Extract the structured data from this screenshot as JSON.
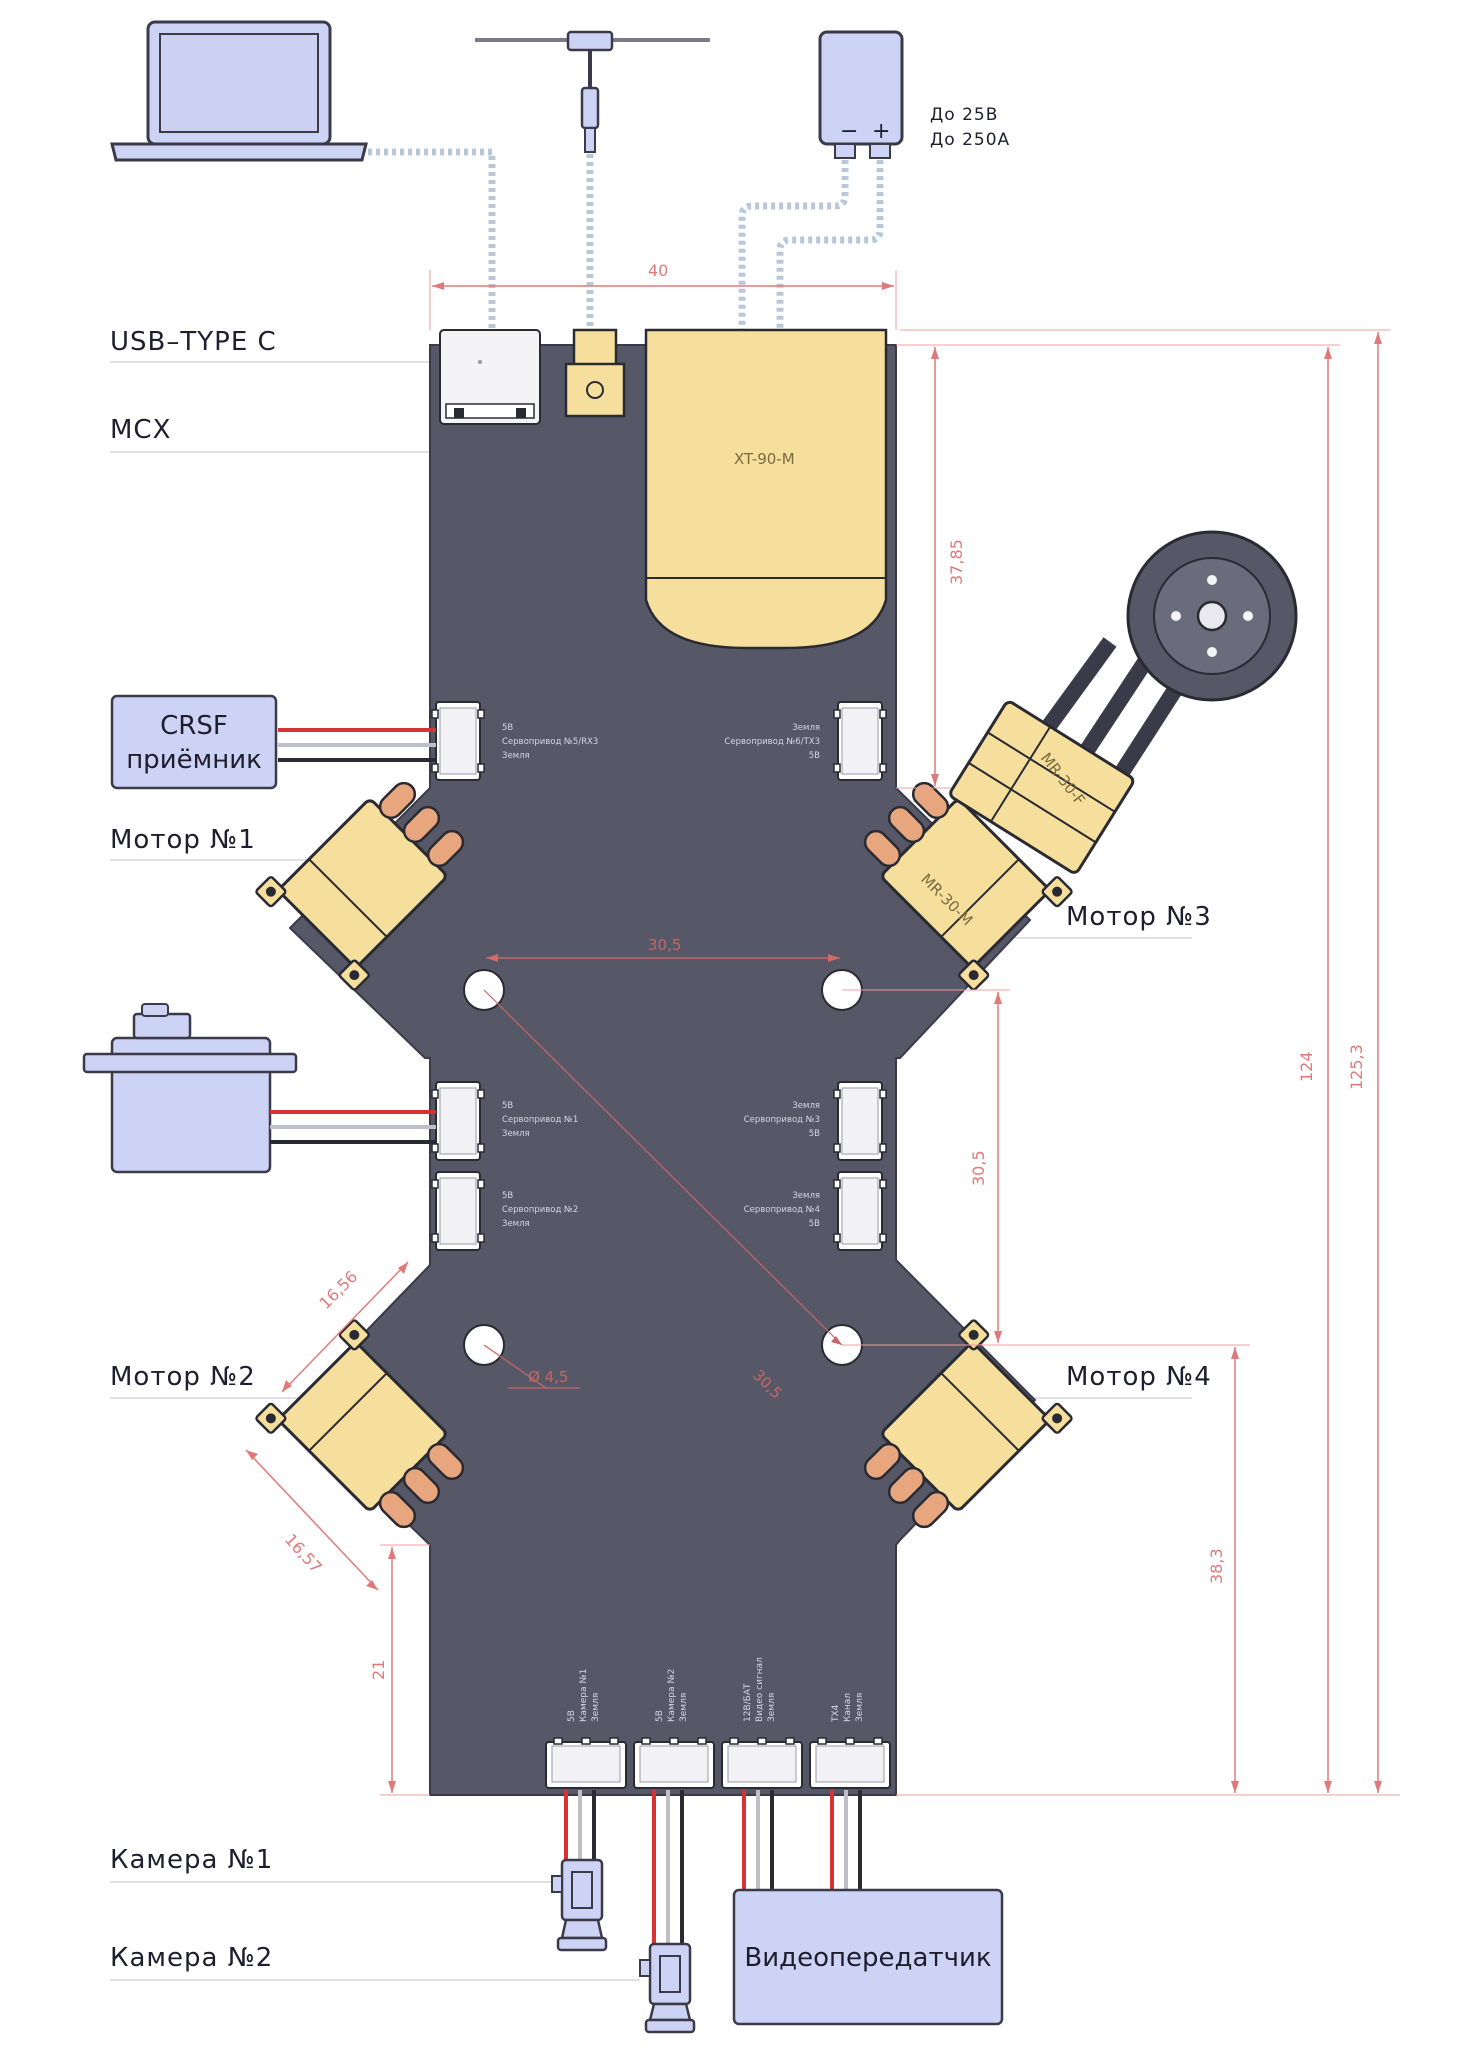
{
  "labels": {
    "usb": "USB–TYPE C",
    "mcx": "MCX",
    "motor1": "Мотор №1",
    "motor2": "Мотор №2",
    "motor3": "Мотор №3",
    "motor4": "Мотор №4",
    "cam1": "Камера №1",
    "cam2": "Камера №2"
  },
  "boxes": {
    "crsf_line1": "CRSF",
    "crsf_line2": "приёмник",
    "vtx": "Видеопередатчик"
  },
  "supply": {
    "voltage": "До 25В",
    "current": "До 250А",
    "minus": "−",
    "plus": "+"
  },
  "connectors": {
    "xt90": "XT-90-M",
    "mr30f": "MR-30-F",
    "mr30m": "MR-30-M"
  },
  "dimensions": {
    "width": "40",
    "d3785": "37,85",
    "d124": "124",
    "d1253": "125,3",
    "d305": "30,5",
    "d383": "38,3",
    "d21": "21",
    "d1656": "16,56",
    "d1657": "16,57",
    "hole": "Ø 4,5",
    "diag": "30,5",
    "hz": "30,5"
  },
  "pins": {
    "crsf": [
      "5В",
      "Сервопривод №5/RX3",
      "Земля"
    ],
    "right_top": [
      "Земля",
      "Сервопривод №6/TX3",
      "5В"
    ],
    "servo1": [
      "5В",
      "Сервопривод №1",
      "Земля"
    ],
    "servo2": [
      "5В",
      "Сервопривод №2",
      "Земля"
    ],
    "servo3": [
      "Земля",
      "Сервопривод №3",
      "5В"
    ],
    "servo4": [
      "Земля",
      "Сервопривод №4",
      "5В"
    ],
    "bottom1": [
      "5В",
      "Камера №1",
      "Земля"
    ],
    "bottom2": [
      "5В",
      "Камера №2",
      "Земля"
    ],
    "bottom3": [
      "12В/БАТ",
      "Видео сигнал",
      "Земля"
    ],
    "bottom4": [
      "TX4",
      "Канал",
      "Земля"
    ]
  },
  "colors": {
    "board": "#565868",
    "accent_blue": "#cdd3f5",
    "connector_yellow": "#f6df9c",
    "copper": "#e8a67f",
    "dimension": "#e07a7a",
    "wire_red": "#d83232"
  }
}
